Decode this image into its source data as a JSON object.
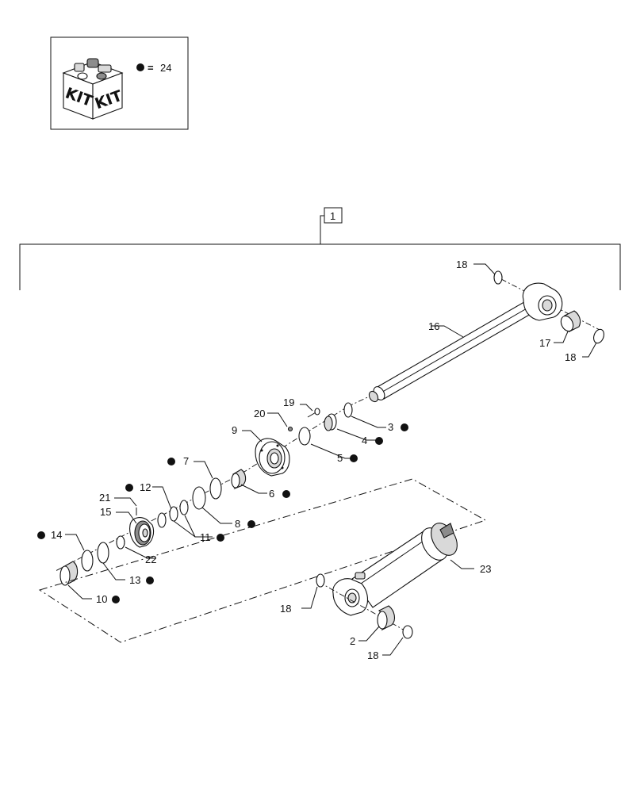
{
  "kit_legend": {
    "box_words": [
      "KIT",
      "KIT"
    ],
    "equals": "=",
    "kit_number": "24"
  },
  "assembly_ref": "1",
  "callouts": {
    "c2": "2",
    "c3": "3",
    "c4": "4",
    "c5": "5",
    "c6": "6",
    "c7": "7",
    "c8": "8",
    "c9": "9",
    "c10": "10",
    "c11": "11",
    "c12": "12",
    "c13": "13",
    "c14": "14",
    "c15": "15",
    "c16": "16",
    "c17": "17",
    "c18a": "18",
    "c18b": "18",
    "c18c": "18",
    "c18d": "18",
    "c19": "19",
    "c20": "20",
    "c21": "21",
    "c22": "22",
    "c23": "23"
  },
  "kit_marked_parts": [
    "3",
    "4",
    "5",
    "6",
    "7",
    "8",
    "10",
    "11",
    "12",
    "13",
    "14"
  ]
}
